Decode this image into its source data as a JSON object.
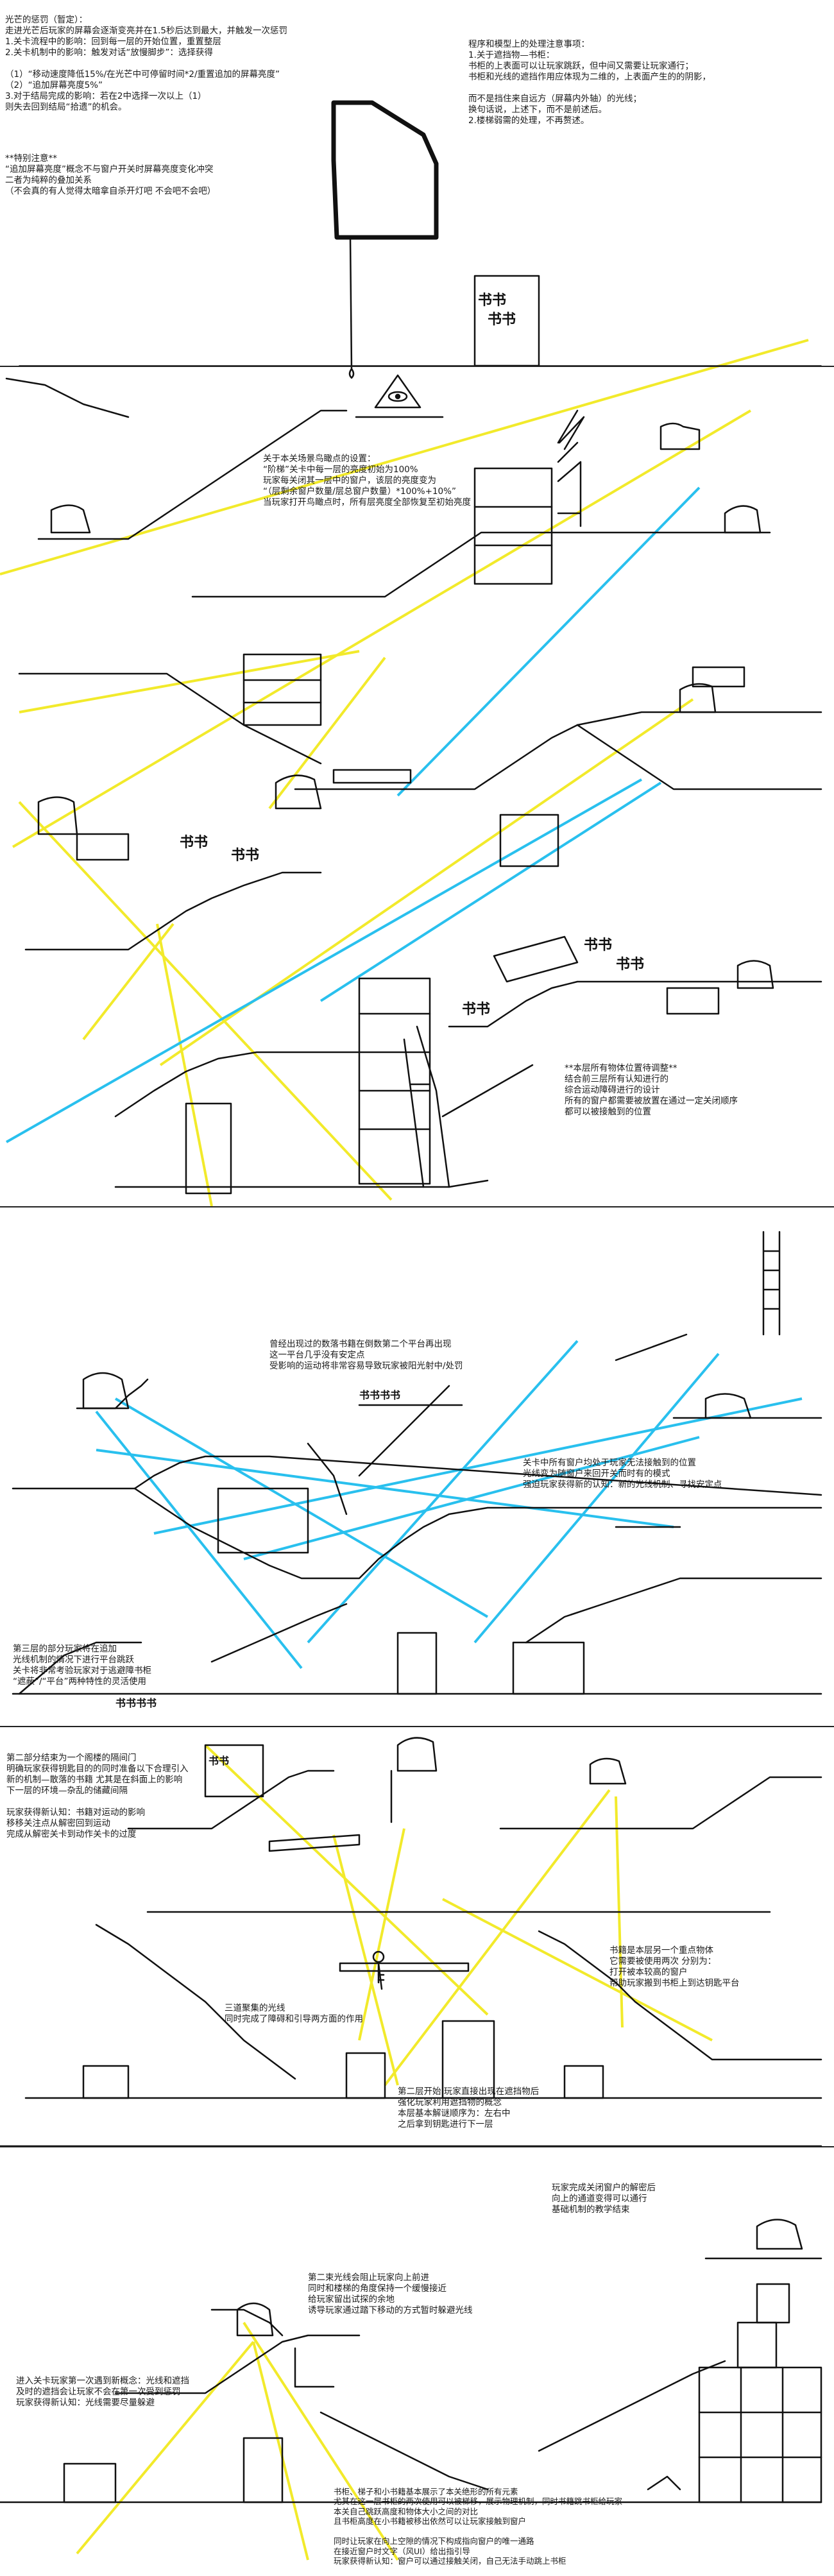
{
  "colors": {
    "yellow": "#f2ea2b",
    "cyan": "#29c0ee",
    "ink": "#111111"
  },
  "icons": [
    "window-icon",
    "eye-triangle-icon",
    "key-icon",
    "lamp-pendant-icon",
    "book-stack-icon",
    "ladder-icon"
  ],
  "notes": {
    "penalty": [
      "光芒的惩罚（暂定）：",
      "走进光芒后玩家的屏幕会逐渐变亮并在1.5秒后达到最大，并触发一次惩罚",
      "1.关卡流程中的影响：回到每一层的开始位置，重置整层",
      "2.关卡机制中的影响：触发对话“放慢脚步”：选择获得",
      "（1）“移动速度降低15%/在光芒中可停留时间*2/重置追加的屏幕亮度”",
      "（2）“追加屏幕亮度5%”",
      "3.对于结局完成的影响：若在2中选择一次以上（1）",
      "则失去回到结局“拾遗”的机会。"
    ],
    "special": [
      "**特别注意**",
      "“追加屏幕亮度”概念不与窗户开关时屏幕亮度变化冲突",
      "二者为纯粹的叠加关系",
      "（不会真的有人觉得太暗拿自杀开灯吧 不会吧不会吧）"
    ],
    "program": [
      "程序和模型上的处理注意事项：",
      "1.关于遮挡物—书柜：",
      "书柜的上表面可以让玩家跳跃，但中间又需要让玩家通行；",
      "书柜和光线的遮挡作用应体现为二维的，上表面产生的的阴影，",
      "而不是挡住来自远方（屏幕内外轴）的光线；",
      "换句话说，上述下，而不是前述后。",
      "2.楼梯弱需的处理，不再赘述。"
    ],
    "brightness": [
      "关于本关场景鸟瞰点的设置：",
      "“阶梯”关卡中每一层的亮度初始为100%",
      "玩家每关闭其一层中的窗户，该层的亮度变为",
      "“（层剩余窗户数量/层总窗户数量）*100%+10%”",
      "当玩家打开鸟瞰点时，所有层亮度全部恢复至初始亮度"
    ],
    "layer1_adjust": [
      "**本层所有物体位置待调整**",
      "结合前三层所有认知进行的",
      "综合运动障碍进行的设计",
      "所有的窗户都需要被放置在通过一定关闭顺序",
      "都可以被接触到的位置"
    ],
    "flicker": [
      "曾经出现过的数落书籍在倒数第二个平台再出现",
      "这一平台几乎没有安定点",
      "受影响的运动将非常容易导致玩家被阳光射中/处罚"
    ],
    "window_unreachable": [
      "关卡中所有窗户均处于玩家无法接触到的位置",
      "光线变为随窗户来回开关而时有的模式",
      "强迫玩家获得新的认知：新的光线机制、寻找安定点"
    ],
    "third_layer": [
      "第三层的部分玩家将在追加",
      "光线机制的情况下进行平台跳跃",
      "关卡将非常考验玩家对于逃避障书柜",
      "“遮蔽”/“平台”两种特性的灵活使用"
    ],
    "part2": [
      "第二部分结束为一个阁楼的隔间门",
      "明确玩家获得钥匙目的的同时准备以下合理引入",
      "新的机制—散落的书籍 尤其是在斜面上的影响",
      "下一层的环境—杂乱的储藏间隔",
      "玩家获得新认知：书籍对运动的影响",
      "移移关注点从解密回到运动",
      "完成从解密关卡到动作关卡的过度"
    ],
    "bookcase_focus": [
      "书籍是本层另一个重点物体",
      "它需要被使用两次 分别为：",
      "打开被本较高的窗户",
      "帮助玩家搬到书柜上到达钥匙平台"
    ],
    "three_lights": [
      "三道聚集的光线",
      "同时完成了障碍和引导两方面的作用"
    ],
    "second_layer": [
      "第二层开始 玩家直接出现在遮挡物后",
      "强化玩家利用遮挡物的概念",
      "本层基本解谜顺序为：左右中",
      "之后拿到钥匙进行下一层"
    ],
    "last_window": [
      "玩家完成关闭窗户的解密后",
      "向上的通道变得可以通行",
      "基础机制的教学结束"
    ],
    "second_light": [
      "第二束光线会阻止玩家向上前进",
      "同时和楼梯的角度保持一个缓慢接近",
      "给玩家留出试探的余地",
      "诱导玩家通过踏下移动的方式暂时躲避光线"
    ],
    "first_light": [
      "进入关卡玩家第一次遇到新概念：光线和遮挡",
      "及时的遮挡会让玩家不会在第一次受到惩罚",
      "玩家获得新认知：光线需要尽量躲避"
    ],
    "intro_summary": [
      "书柜、梯子和小书籍基本展示了本关绝形的所有元素",
      "尤其在这一层书柜的两次使用可以被梯移，展示物理机制，同时书籍跳书柜给玩家",
      "本关自己跳跃高度和物体大小之间的对比",
      "且书柜高度在小书籍被移出依然可以让玩家接触到窗户",
      "同时让玩家在向上空隙的情况下构成指向窗户的唯一通路",
      "在接近窗户时文字（风UI）给出指引导",
      "玩家获得新认知：窗户可以通过接触关闭，自己无法手动跳上书柜"
    ]
  },
  "labels": {
    "books": "书书",
    "books_small": "书书书书"
  }
}
